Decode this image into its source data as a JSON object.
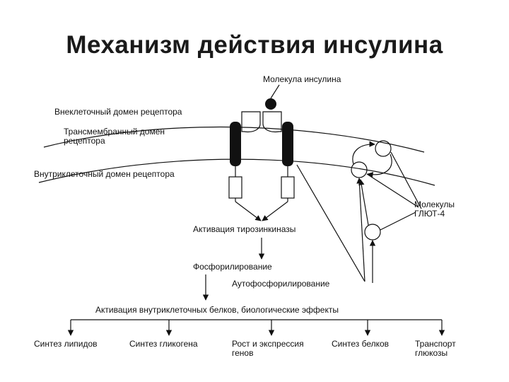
{
  "title": "Механизм действия инсулина",
  "labels": {
    "insulin_molecule": "Молекула инсулина",
    "extracellular_domain": "Внеклеточный домен рецептора",
    "transmembrane_domain_line1": "Трансмембранный домен",
    "transmembrane_domain_line2": "рецептора",
    "intracellular_domain": "Внутриклеточный домен рецептора",
    "glut4_line1": "Молекулы",
    "glut4_line2": "ГЛЮТ-4",
    "tyrosine_kinase": "Активация тирозинкиназы",
    "phosphorylation": "Фосфорилирование",
    "autophosphorylation": "Аутофосфорилирование",
    "activation_effects": "Активация внутриклеточных белков, биологические эффекты"
  },
  "effects": [
    {
      "line1": "Синтез липидов",
      "line2": ""
    },
    {
      "line1": "Синтез гликогена",
      "line2": ""
    },
    {
      "line1": "Рост и экспрессия",
      "line2": "генов"
    },
    {
      "line1": "Синтез белков",
      "line2": ""
    },
    {
      "line1": "Транспорт",
      "line2": "глюкозы"
    }
  ]
}
